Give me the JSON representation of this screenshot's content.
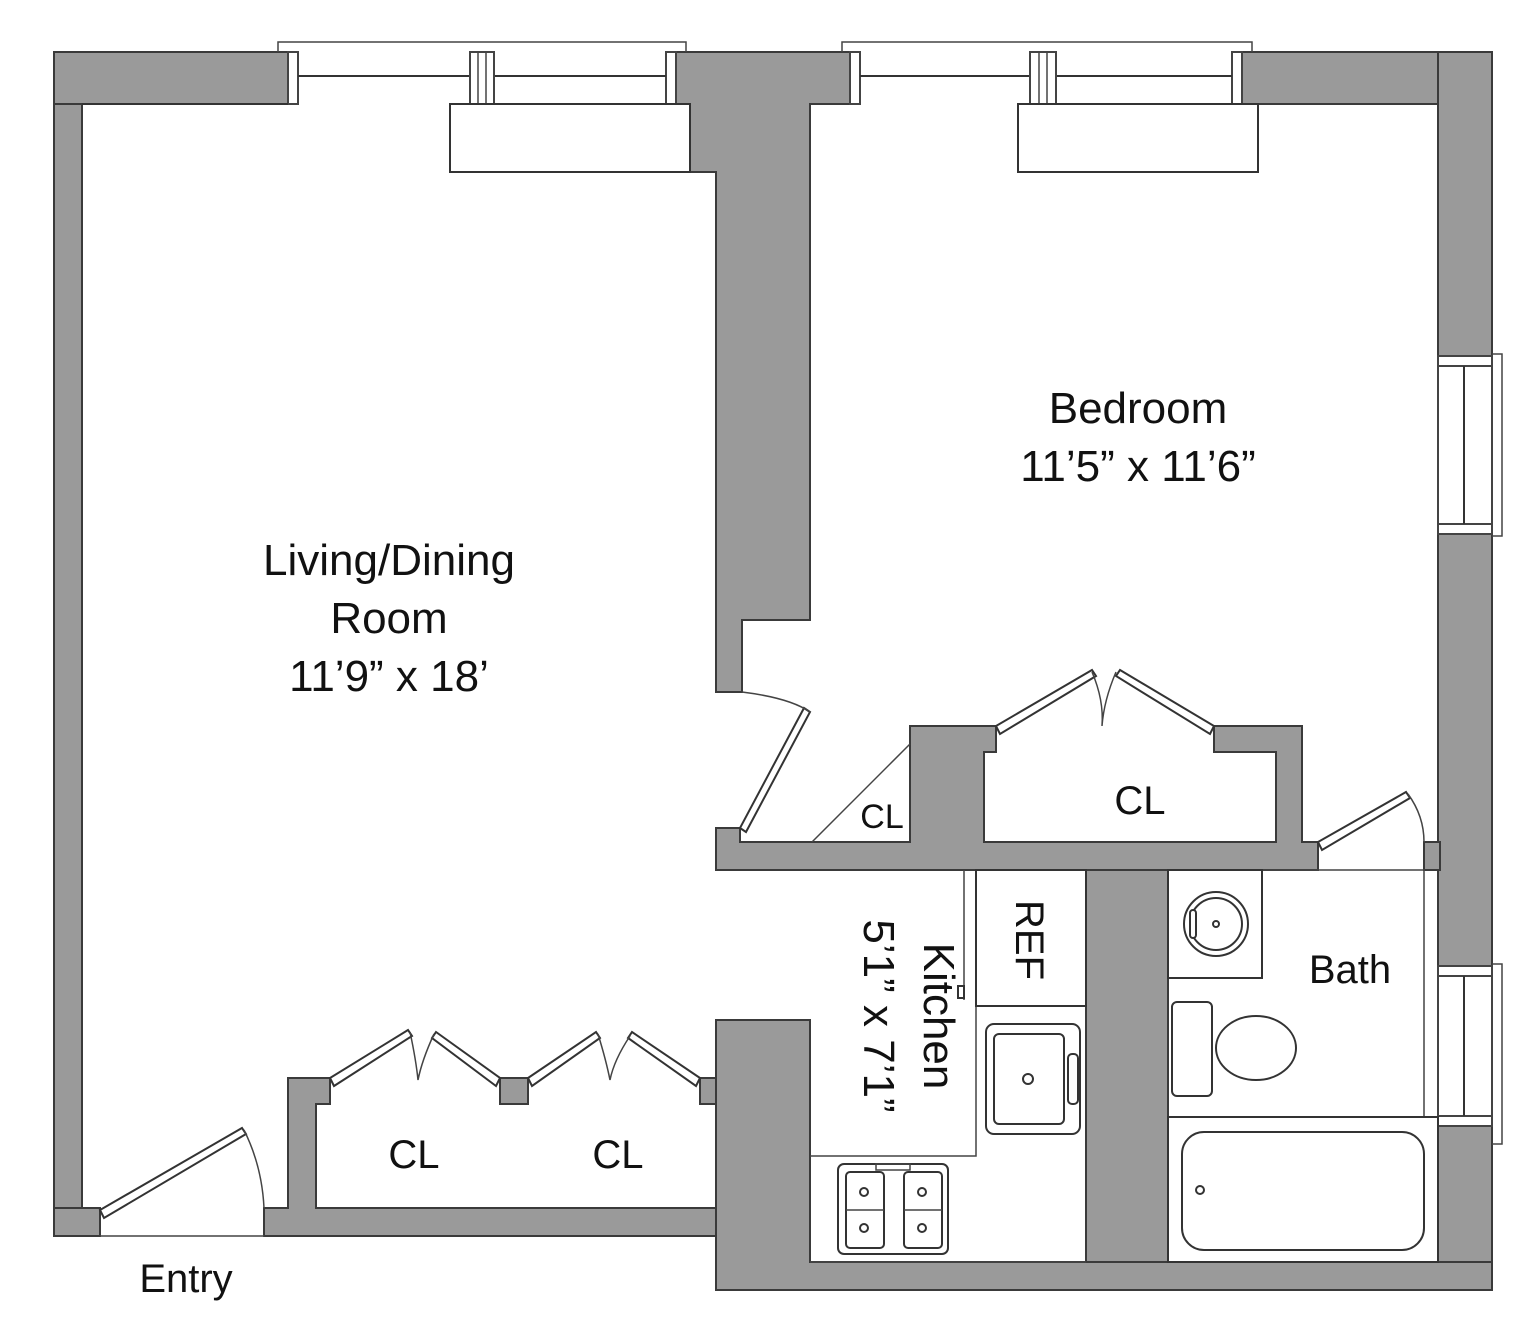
{
  "floorplan": {
    "rooms": {
      "living": {
        "name_line1": "Living/Dining",
        "name_line2": "Room",
        "dimensions": "11’9” x 18’"
      },
      "bedroom": {
        "name": "Bedroom",
        "dimensions": "11’5” x 11’6”"
      },
      "kitchen": {
        "name": "Kitchen",
        "dimensions": "5’1” x 7’1”"
      },
      "bath": {
        "name": "Bath"
      },
      "entry": {
        "name": "Entry"
      }
    },
    "closets": {
      "bedroom_small": "CL",
      "bedroom_large": "CL",
      "living_left": "CL",
      "living_right": "CL"
    },
    "fixtures": {
      "refrigerator": "REF"
    },
    "colors": {
      "wall_fill": "#9a9a9a",
      "wall_stroke": "#3a3a3a",
      "background": "#ffffff"
    }
  }
}
